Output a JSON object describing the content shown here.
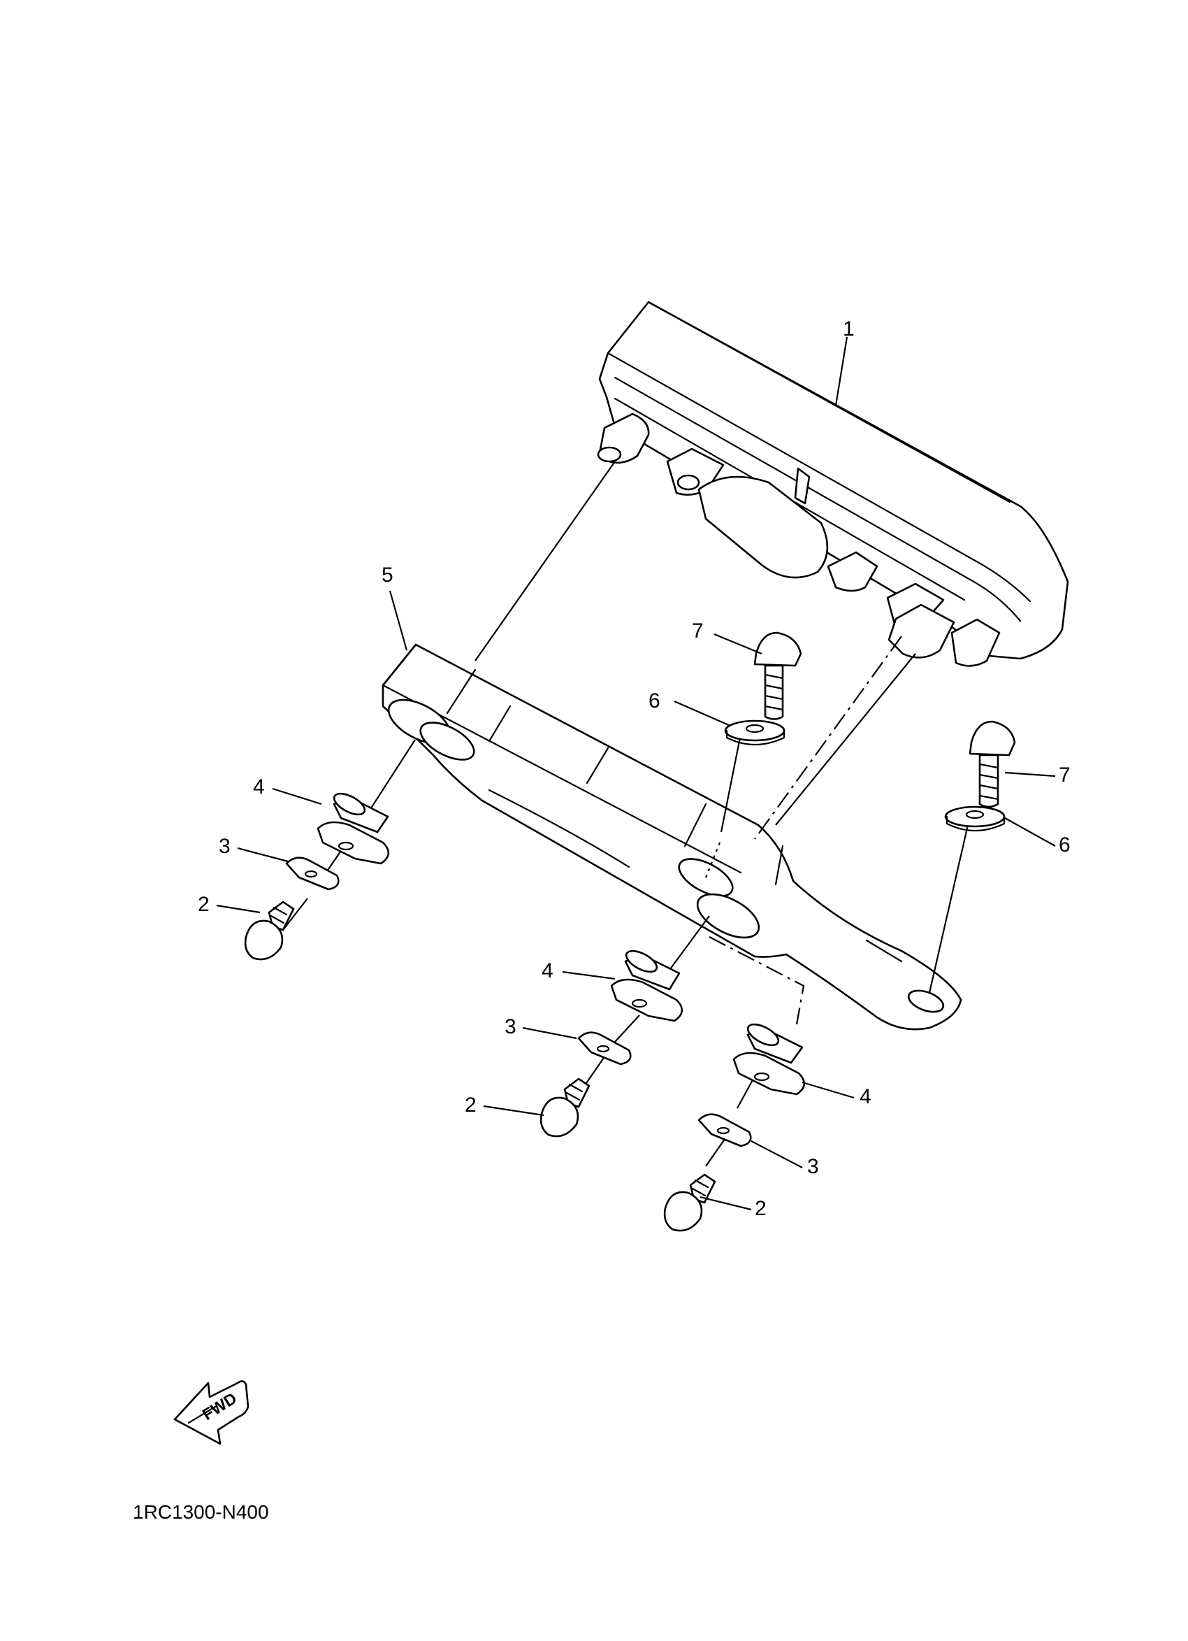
{
  "diagram": {
    "reference_code": "1RC1300-N400",
    "direction_label": "FWD",
    "callouts": [
      "1",
      "2",
      "3",
      "4",
      "5",
      "6",
      "7"
    ]
  }
}
